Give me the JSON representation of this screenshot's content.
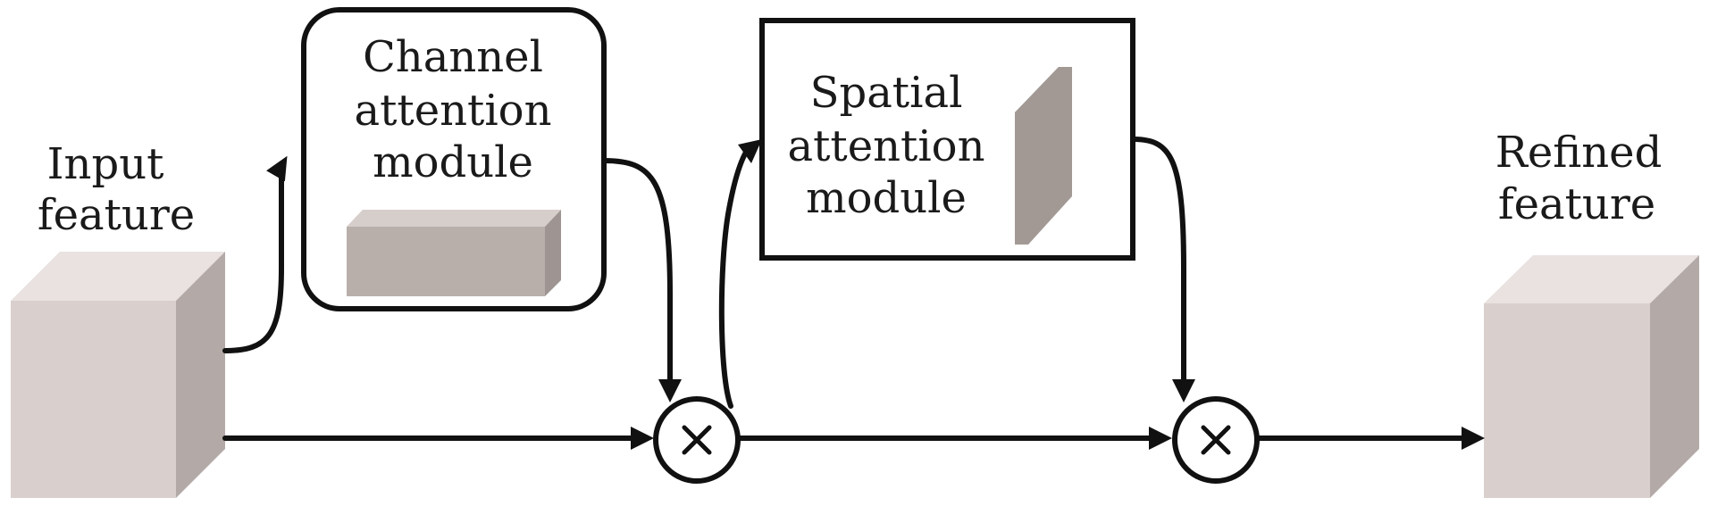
{
  "colors": {
    "line": "#111111",
    "cube_front": "#d9cfcd",
    "cube_top": "#e9e2e1",
    "cube_side": "#b3aaa8",
    "channel_front": "#b8afab",
    "channel_top": "#d6cecb",
    "channel_side": "#9e9592",
    "spatial_front": "#a29995",
    "spatial_side": "#8a817d"
  },
  "input": {
    "label_lines": [
      "Input",
      "feature"
    ]
  },
  "channel_module": {
    "label_lines": [
      "Channel",
      "attention",
      "module"
    ]
  },
  "spatial_module": {
    "label_lines": [
      "Spatial",
      "attention",
      "module"
    ]
  },
  "output": {
    "label_lines": [
      "Refined",
      "feature"
    ]
  },
  "operators": {
    "multiply_symbol": "×"
  }
}
